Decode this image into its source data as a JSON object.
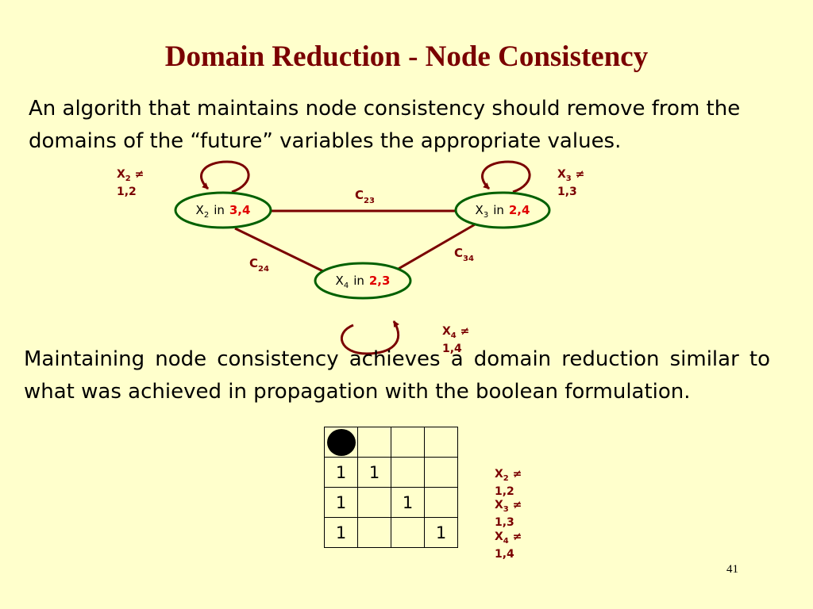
{
  "title": "Domain Reduction - Node Consistency",
  "paragraph1": "An algorith that maintains node consistency should remove from the domains of the “future” variables the appropriate values.",
  "paragraph2": "Maintaining node consistency achieves a domain reduction similar to what was achieved in propagation with the boolean formulation.",
  "graph": {
    "nodes": [
      {
        "var": "X",
        "sub": "2",
        "in": "in",
        "domain": "3,4"
      },
      {
        "var": "X",
        "sub": "3",
        "in": "in",
        "domain": "2,4"
      },
      {
        "var": "X",
        "sub": "4",
        "in": "in",
        "domain": "2,3"
      }
    ],
    "edges": [
      {
        "c": "C",
        "sub": "23"
      },
      {
        "c": "C",
        "sub": "24"
      },
      {
        "c": "C",
        "sub": "34"
      }
    ],
    "unary": [
      {
        "var": "X",
        "sub": "2",
        "op": "≠",
        "values": "1,2"
      },
      {
        "var": "X",
        "sub": "3",
        "op": "≠",
        "values": "1,3"
      },
      {
        "var": "X",
        "sub": "4",
        "op": "≠",
        "values": "1,4"
      }
    ]
  },
  "table": {
    "rows": [
      [
        "",
        "",
        "",
        ""
      ],
      [
        "1",
        "1",
        "",
        ""
      ],
      [
        "1",
        "",
        "1",
        ""
      ],
      [
        "1",
        "",
        "",
        "1"
      ]
    ]
  },
  "table_constraints": [
    {
      "var": "X",
      "sub": "2",
      "op": "≠",
      "values": "1,2"
    },
    {
      "var": "X",
      "sub": "3",
      "op": "≠",
      "values": "1,3"
    },
    {
      "var": "X",
      "sub": "4",
      "op": "≠",
      "values": "1,4"
    }
  ],
  "page_number": "41",
  "colors": {
    "background": "#ffffcc",
    "title": "#7a0000",
    "edge": "#7a0000",
    "node_border": "#006000",
    "domain": "#e00000"
  }
}
